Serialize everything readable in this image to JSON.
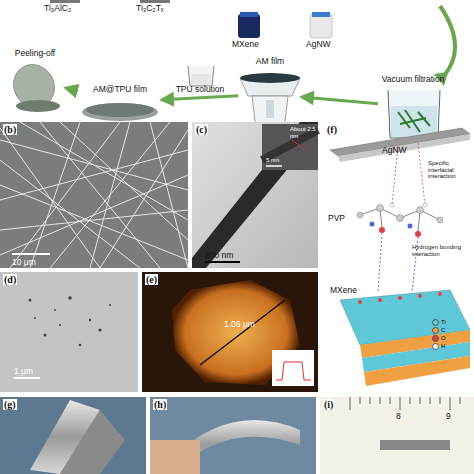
{
  "diagram": {
    "nodes": [
      {
        "text": [
          "Vacuum filtration"
        ]
      },
      {
        "text": [
          "AM film"
        ]
      },
      {
        "text": [
          "AM@TPU film"
        ]
      },
      {
        "text": [
          "Peeling-off"
        ]
      }
    ],
    "edges": [
      {
        "from": 0,
        "to": 1,
        "arrow": "to"
      },
      {
        "from": 1,
        "to": 2,
        "label": "TPU solution",
        "arrow": "to"
      },
      {
        "from": 2,
        "to": 3,
        "arrow": "to"
      }
    ],
    "labels": [
      "Ti₃AlC₂",
      "Ti₃C₂Tₓ",
      "MXene",
      "AgNW",
      "(b)",
      "10 μm",
      "(c)",
      "About 2.5 nm",
      "5 nm",
      "200 nm",
      "(f)",
      "AgNW",
      "Specific interfacial interaction",
      "PVP",
      "Hydrogen bonding interaction",
      "MXene",
      "(d)",
      "1 μm",
      "(e)",
      "1.06 μm",
      "(g)",
      "(h)",
      "(i)",
      "8",
      "9"
    ],
    "legend": [
      {
        "text": "Ti",
        "color": "#5fc8d8"
      },
      {
        "text": "C",
        "color": "#f0a040"
      },
      {
        "text": "O",
        "color": "#e04040"
      },
      {
        "text": "H",
        "color": "#ffffff"
      }
    ]
  }
}
